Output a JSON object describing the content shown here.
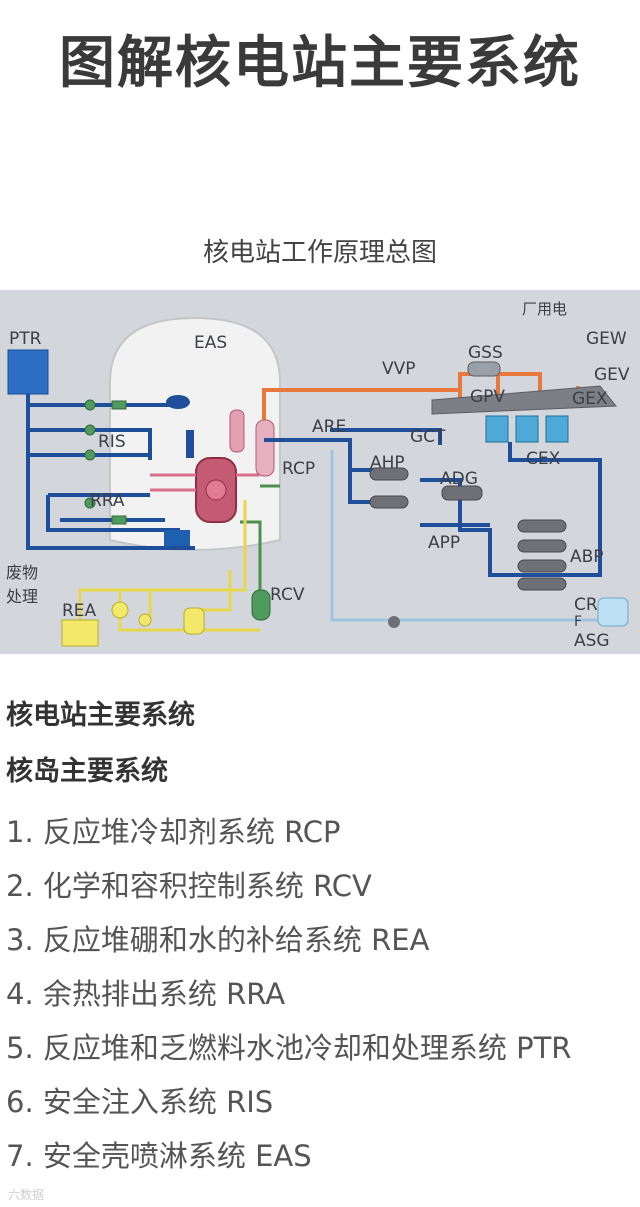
{
  "title": "图解核电站主要系统",
  "subtitle": "核电站工作原理总图",
  "diagram": {
    "labels": {
      "ptr": "PTR",
      "eas": "EAS",
      "ris": "RIS",
      "rra": "RRA",
      "rcp": "RCP",
      "rcv": "RCV",
      "rea": "REA",
      "waste": [
        "废物",
        "处理"
      ],
      "are": "ARE",
      "ahp": "AHP",
      "adg": "ADG",
      "app": "APP",
      "abp": "ABP",
      "vvp": "VVP",
      "gss": "GSS",
      "gpv": "GPV",
      "gex": "GEX",
      "gct": "GCT",
      "cex": "CEX",
      "gew": "GEW",
      "gev": "GEV",
      "plant_power": "厂用电",
      "crf": [
        "CR",
        "F"
      ],
      "asg": "ASG"
    }
  },
  "section_title": "核电站主要系统",
  "subsection_title": "核岛主要系统",
  "items": [
    "1. 反应堆冷却剂系统 RCP",
    "2. 化学和容积控制系统 RCV",
    "3. 反应堆硼和水的补给系统 REA",
    "4. 余热排出系统 RRA",
    "5. 反应堆和乏燃料水池冷却和处理系统 PTR",
    "6. 安全注入系统 RIS",
    "7. 安全壳喷淋系统 EAS"
  ],
  "watermark": "六数据",
  "colors": {
    "background": "#d3d6db",
    "blue_pipe": "#1f4f9a",
    "orange_pipe": "#e8783c",
    "yellow_pipe": "#e6d84a",
    "green_pipe": "#4e8f4e",
    "pink": "#d9708a"
  }
}
